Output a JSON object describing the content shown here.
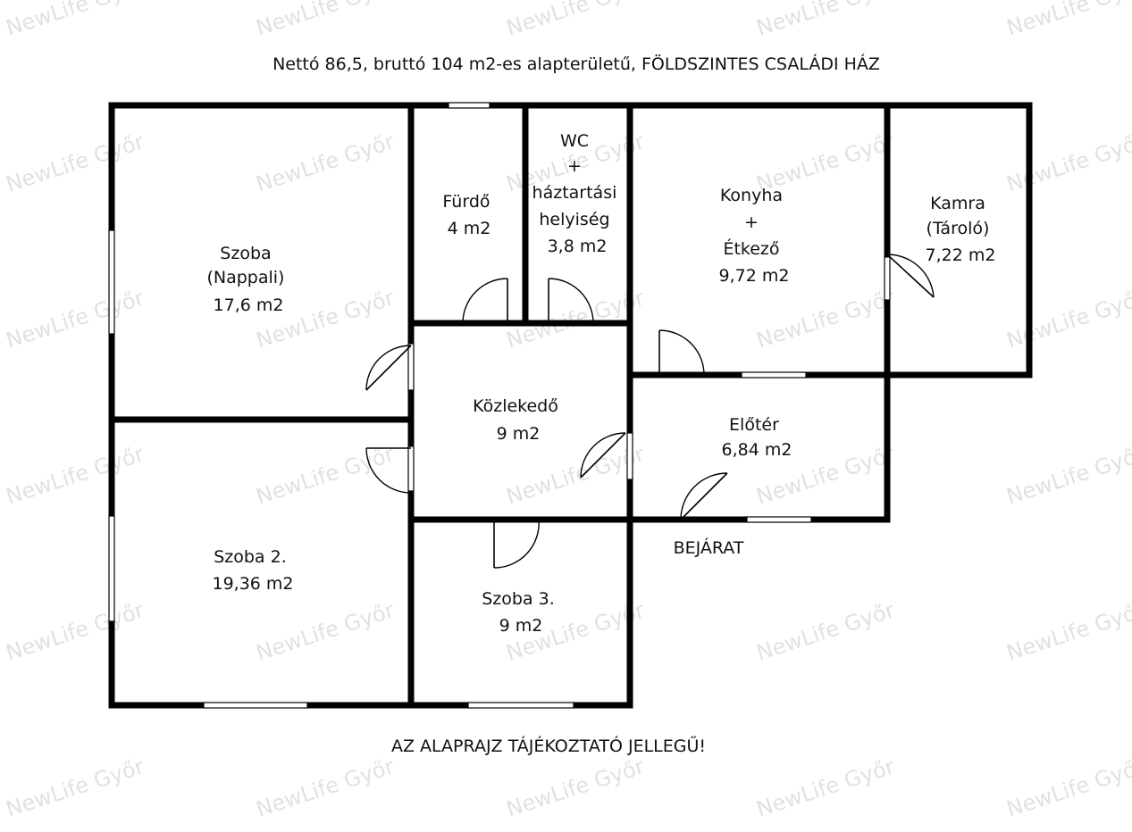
{
  "header": {
    "title": "Nettó 86,5, bruttó 104 m2-es  alapterületű, FÖLDSZINTES CSALÁDI HÁZ"
  },
  "footer": {
    "note": "AZ ALAPRAJZ TÁJÉKOZTATÓ JELLEGŰ!"
  },
  "entrance_label": "BEJÁRAT",
  "watermark_text": "NewLife Győr",
  "rooms": [
    {
      "id": "nappali",
      "lines": [
        "Szoba",
        "(Nappali)",
        "17,6 m2"
      ]
    },
    {
      "id": "furdo",
      "lines": [
        "Fürdő",
        "4 m2"
      ]
    },
    {
      "id": "wc",
      "lines": [
        "WC",
        "+",
        "háztartási",
        "helyiség",
        "3,8 m2"
      ]
    },
    {
      "id": "konyha",
      "lines": [
        "Konyha",
        "+",
        "Étkező",
        "9,72 m2"
      ]
    },
    {
      "id": "kamra",
      "lines": [
        "Kamra",
        "(Tároló)",
        "7,22 m2"
      ]
    },
    {
      "id": "kozlekedo",
      "lines": [
        "Közlekedő",
        "9 m2"
      ]
    },
    {
      "id": "eloter",
      "lines": [
        "Előtér",
        "6,84 m2"
      ]
    },
    {
      "id": "szoba2",
      "lines": [
        "Szoba 2.",
        "19,36 m2"
      ]
    },
    {
      "id": "szoba3",
      "lines": [
        "Szoba 3.",
        "9 m2"
      ]
    }
  ],
  "colors": {
    "wall": "#000000",
    "background": "#ffffff",
    "watermark": "#c9c9c9"
  }
}
